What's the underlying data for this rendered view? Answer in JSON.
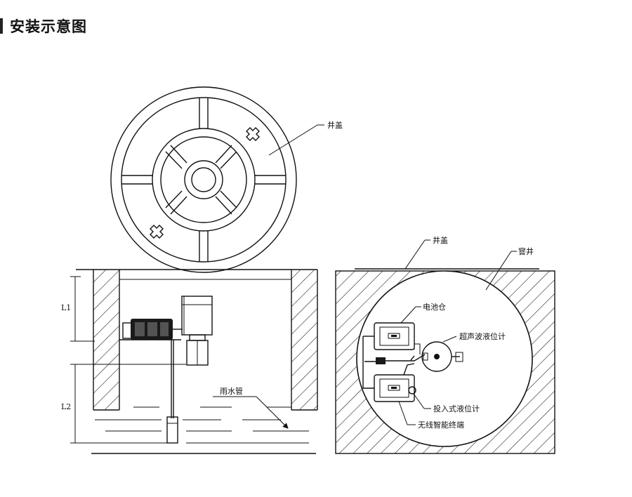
{
  "page": {
    "title": "安装示意图"
  },
  "labels": {
    "top_cover": "井盖",
    "side_cover": "井盖",
    "well": "窨井",
    "battery": "电池仓",
    "ultrasonic": "超声波液位计",
    "submersible": "投入式液位计",
    "terminal": "无线智能终端",
    "rain_pipe": "雨水管",
    "dim_l1": "L1",
    "dim_l2": "L2"
  },
  "colors": {
    "ink": "#111111",
    "background": "#ffffff"
  }
}
